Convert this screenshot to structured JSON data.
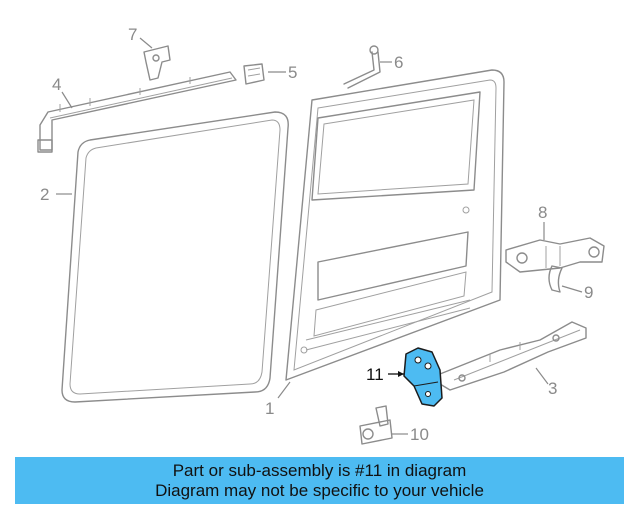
{
  "diagram": {
    "callouts": [
      {
        "id": "1",
        "label": "1"
      },
      {
        "id": "2",
        "label": "2"
      },
      {
        "id": "3",
        "label": "3"
      },
      {
        "id": "4",
        "label": "4"
      },
      {
        "id": "5",
        "label": "5"
      },
      {
        "id": "6",
        "label": "6"
      },
      {
        "id": "7",
        "label": "7"
      },
      {
        "id": "8",
        "label": "8"
      },
      {
        "id": "9",
        "label": "9"
      },
      {
        "id": "10",
        "label": "10"
      },
      {
        "id": "11",
        "label": "11"
      }
    ],
    "highlighted_part": "11",
    "highlight_color": "#4dbbf2"
  },
  "banner": {
    "line1": "Part or sub-assembly is #11 in diagram",
    "line2": "Diagram may not be specific to your vehicle",
    "background": "#4dbbf2"
  }
}
